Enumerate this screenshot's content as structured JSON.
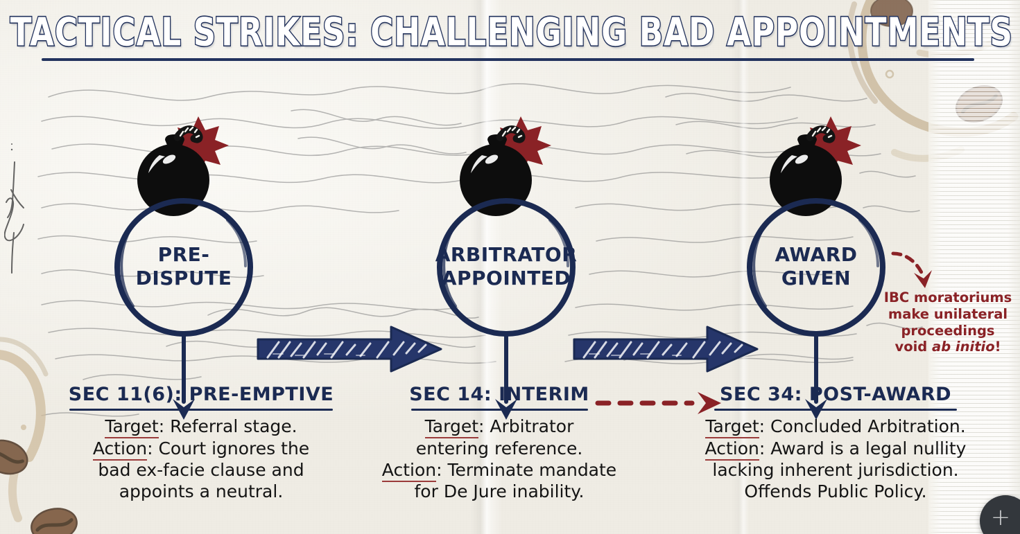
{
  "title": "TACTICAL STRIKES: CHALLENGING BAD APPOINTMENTS",
  "colors": {
    "navy": "#1b2a52",
    "navy_deep": "#23335e",
    "dark_red": "#8a2226",
    "underline_red": "#9b3b3b",
    "paper": "#f5f3ee",
    "bomb": "#0d0d0d",
    "spark": "#8a2226"
  },
  "flow": {
    "nodes": [
      {
        "id": "pre-dispute",
        "lines": [
          "PRE-",
          "DISPUTE"
        ],
        "icon": "bomb-icon"
      },
      {
        "id": "arbitrator-appointed",
        "lines": [
          "ARBITRATOR",
          "APPOINTED"
        ],
        "icon": "bomb-icon"
      },
      {
        "id": "award-given",
        "lines": [
          "AWARD",
          "GIVEN"
        ],
        "icon": "bomb-icon"
      }
    ],
    "connector_icon": "block-arrow-right-icon",
    "down_connector_icon": "arrow-down-icon"
  },
  "annotation": {
    "line1": "IBC moratoriums",
    "line2": "make unilateral",
    "line3": "proceedings",
    "line4_prefix": "void ",
    "line4_italic": "ab initio",
    "line4_suffix": "!",
    "arrow_icon": "dashed-curved-arrow-icon"
  },
  "sequence_arrow_icon": "dashed-arrow-right-icon",
  "columns": [
    {
      "id": "sec-11-6",
      "heading": "SEC 11(6): PRE-EMPTIVE",
      "target_label": "Target",
      "target_text": ": Referral stage.",
      "action_label": "Action",
      "action_text": ": Court ignores the",
      "action_cont": [
        "bad ex-facie clause and",
        "appoints a neutral."
      ]
    },
    {
      "id": "sec-14",
      "heading": "SEC 14: INTERIM",
      "target_label": "Target",
      "target_text": ": Arbitrator",
      "target_cont": [
        "entering reference."
      ],
      "action_label": "Action",
      "action_text": ": Terminate mandate",
      "action_cont": [
        "for De Jure inability."
      ]
    },
    {
      "id": "sec-34",
      "heading": "SEC 34: POST-AWARD",
      "target_label": "Target",
      "target_text": ": Concluded Arbitration.",
      "action_label": "Action",
      "action_text": ": Award is a legal nullity",
      "action_cont": [
        "lacking inherent jurisdiction.",
        "Offends Public Policy."
      ]
    }
  ],
  "fab": {
    "icon": "plus-icon",
    "label": "+"
  }
}
